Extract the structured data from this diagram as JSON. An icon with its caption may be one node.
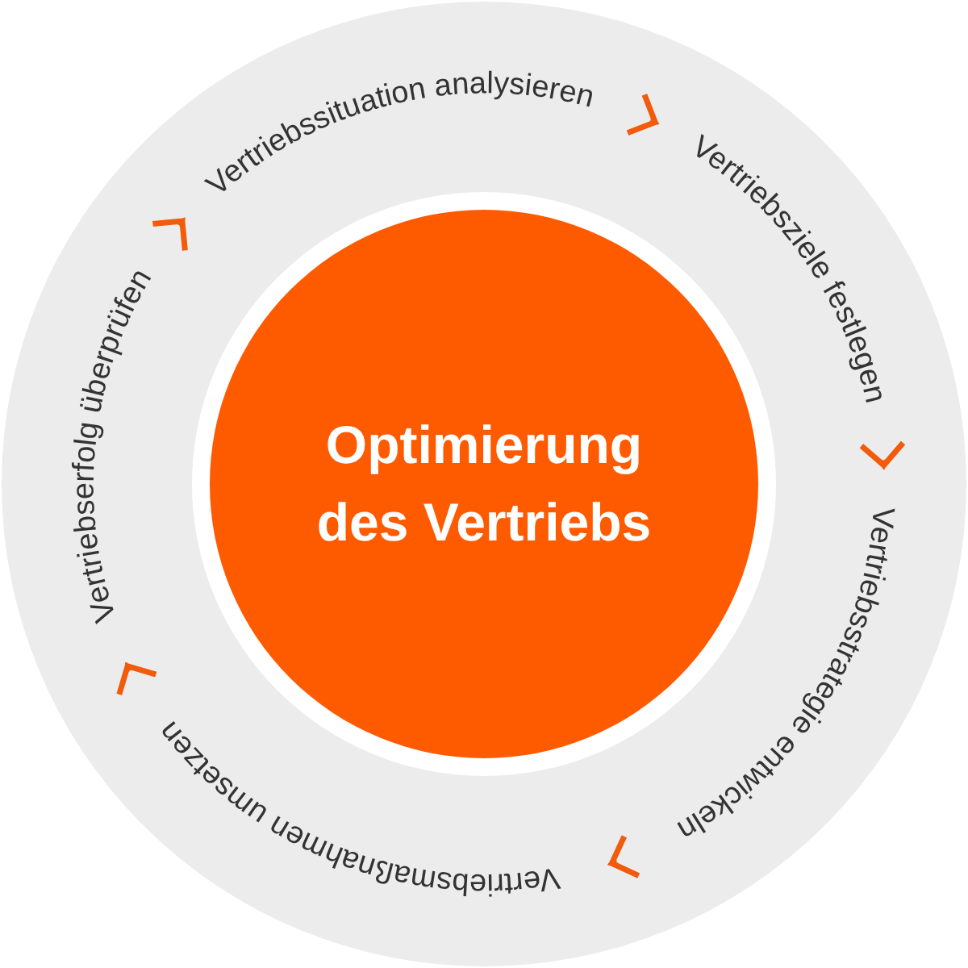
{
  "diagram": {
    "nodes": [
      {
        "text": [
          "Optimierung des Vertriebs"
        ]
      },
      {
        "text": [
          "Vertriebssituation analysieren"
        ]
      },
      {
        "text": [
          "Vertriebsziele festlegen"
        ]
      },
      {
        "text": [
          "Vertriebsstrategie entwickeln"
        ]
      },
      {
        "text": [
          "Vertriebsmaßnahmen umsetzen"
        ]
      },
      {
        "text": [
          "Vertriebserfolg überprüfen"
        ]
      }
    ],
    "edges": [
      {
        "from": 1,
        "to": 2,
        "arrow": "to"
      },
      {
        "from": 2,
        "to": 3,
        "arrow": "to"
      },
      {
        "from": 3,
        "to": 4,
        "arrow": "to"
      },
      {
        "from": 4,
        "to": 5,
        "arrow": "to"
      },
      {
        "from": 5,
        "to": 1,
        "arrow": "to"
      }
    ]
  }
}
